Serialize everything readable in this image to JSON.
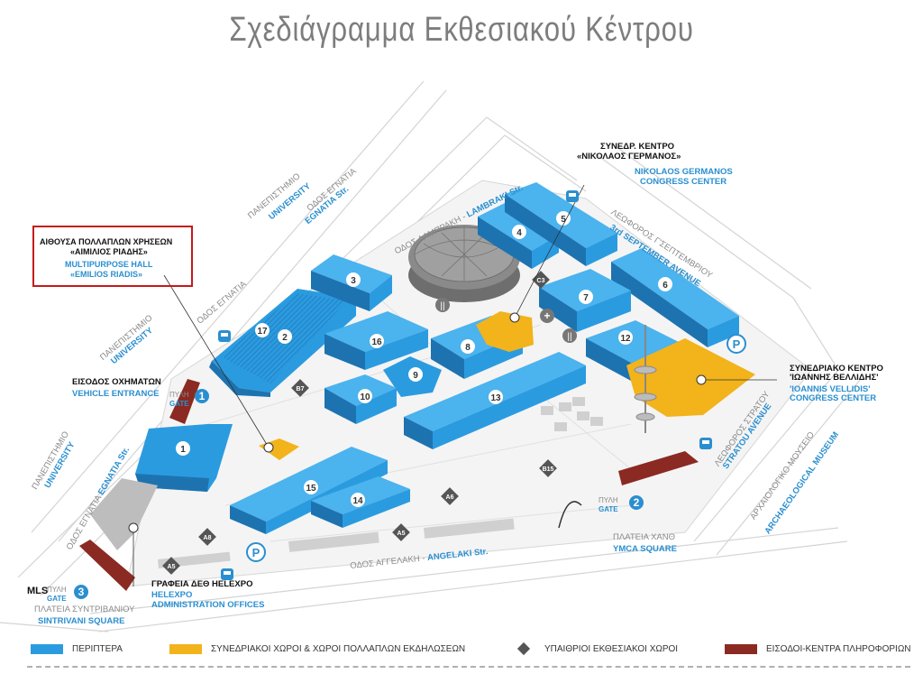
{
  "title": "Σχεδιάγραμμα Εκθεσιακού Κέντρου",
  "colors": {
    "pavilion": "#2b9be0",
    "pavilion_top": "#4bb3ee",
    "pavilion_side": "#1d73b0",
    "conference": "#f2b31b",
    "entrance": "#8b2a22",
    "road": "#e9e9e9",
    "road_line": "#cfcfcf",
    "outdoor": "#5a5a5a"
  },
  "streets": {
    "university_1": "ΠΑΝΕΠΙΣΤΗΜΙΟ",
    "university_1_en": "UNIVERSITY",
    "egnatia_1": "ΟΔΟΣ ΕΓΝΑΤΙΑ",
    "egnatia_1_en": "EGNATIA Str.",
    "university_2": "ΠΑΝΕΠΙΣΤΗΜΙΟ",
    "university_2_en": "UNIVERSITY",
    "university_3": "ΠΑΝΕΠΙΣΤΗΜΙΟ",
    "university_3_en": "UNIVERSITY",
    "egnatia_2": "ΟΔΟΣ ΕΓΝΑΤΙΑ",
    "egnatia_2_en": "EGNATIA Str.",
    "lambraki": "ΟΔΟΣ ΛΑΜΠΡΑΚΗ - ",
    "lambraki_en": "LAMBRAKI Str.",
    "september": "ΛΕΩΦΟΡΟΣ Γ'ΣΕΠΤΕΜΒΡΙΟΥ",
    "september_en": "3rd SEPTEMBER AVENUE",
    "stratou": "ΛΕΩΦΟΡΟΣ ΣΤΡΑΤΟΥ",
    "stratou_en": "STRATOU AVENUE",
    "museum": "ΑΡΧΑΙΟΛΟΓΙΚΟ ΜΟΥΣΕΙΟ",
    "museum_en": "ARCHAEOLOGICAL MUSEUM",
    "angelaki": "ΟΔΟΣ ΑΓΓΕΛΑΚΗ - ",
    "angelaki_en": "ANGELAKI Str.",
    "ymca": "ΠΛΑΤΕΙΑ ΧΑΝΘ",
    "ymca_en": "YMCA SQUARE",
    "sintrivani": "ΠΛΑΤΕΙΑ ΣΥΝΤΡΙΒΑΝΙΟΥ",
    "sintrivani_en": "SINTRIVANI SQUARE"
  },
  "callouts": {
    "emilios_gr1": "ΑΙΘΟΥΣΑ ΠΟΛΛΑΠΛΩΝ ΧΡΗΣΕΩΝ",
    "emilios_gr2": "«ΑΙΜΙΛΙΟΣ ΡΙΑΔΗΣ»",
    "emilios_en1": "MULTIPURPOSE HALL",
    "emilios_en2": "«EMILIOS RIADIS»",
    "germanos_gr1": "ΣΥΝΕΔΡ. ΚΕΝΤΡΟ",
    "germanos_gr2": "«ΝΙΚΟΛΑΟΣ ΓΕΡΜΑΝΟΣ»",
    "germanos_en1": "NIKOLAOS GERMANOS",
    "germanos_en2": "CONGRESS CENTER",
    "vellidis_gr1": "ΣΥΝΕΔΡΙΑΚΟ ΚΕΝΤΡΟ",
    "vellidis_gr2": "'ΙΩΑΝΝΗΣ ΒΕΛΛΙΔΗΣ'",
    "vellidis_en1": "'IOANNIS VELLIDIS'",
    "vellidis_en2": "CONGRESS CENTER",
    "vehicle_gr": "ΕΙΣΟΔΟΣ ΟΧΗΜΑΤΩΝ",
    "vehicle_en": "VEHICLE ENTRANCE",
    "admin_gr": "ΓΡΑΦΕΙΑ ΔΕΘ HELEXPO",
    "admin_en1": "HELEXPO",
    "admin_en2": "ADMINISTRATION OFFICES",
    "mls": "MLS"
  },
  "gates": [
    {
      "num": "1",
      "gr": "ΠΥΛΗ",
      "en": "GATE"
    },
    {
      "num": "2",
      "gr": "ΠΥΛΗ",
      "en": "GATE"
    },
    {
      "num": "3",
      "gr": "ΠΥΛΗ",
      "en": "GATE"
    }
  ],
  "pavilions": [
    "1",
    "2",
    "3",
    "4",
    "5",
    "6",
    "7",
    "8",
    "9",
    "10",
    "12",
    "13",
    "14",
    "15",
    "16",
    "17"
  ],
  "outdoor_areas": [
    "C3",
    "B7",
    "A6",
    "A5",
    "A8",
    "A5",
    "B15"
  ],
  "legend": [
    {
      "label": "ΠΕΡΙΠΤΕΡΑ",
      "color": "#2b9be0",
      "kind": "swatch"
    },
    {
      "label": "ΣΥΝΕΔΡΙΑΚΟΙ ΧΩΡΟΙ & ΧΩΡΟΙ ΠΟΛΛΑΠΛΩΝ ΕΚΔΗΛΩΣΕΩΝ",
      "color": "#f2b31b",
      "kind": "swatch"
    },
    {
      "label": "ΥΠΑΙΘΡΙΟΙ ΕΚΘΕΣΙΑΚΟΙ ΧΩΡΟΙ",
      "color": "#555555",
      "kind": "diamond"
    },
    {
      "label": "ΕΙΣΟΔΟΙ-ΚΕΝΤΡΑ ΠΛΗΡΟΦΟΡΙΩΝ",
      "color": "#8b2a22",
      "kind": "swatch"
    }
  ],
  "icons": [
    "bus-icon",
    "parking-icon",
    "restaurant-icon",
    "first-aid-icon",
    "tower-icon",
    "dome-icon"
  ]
}
